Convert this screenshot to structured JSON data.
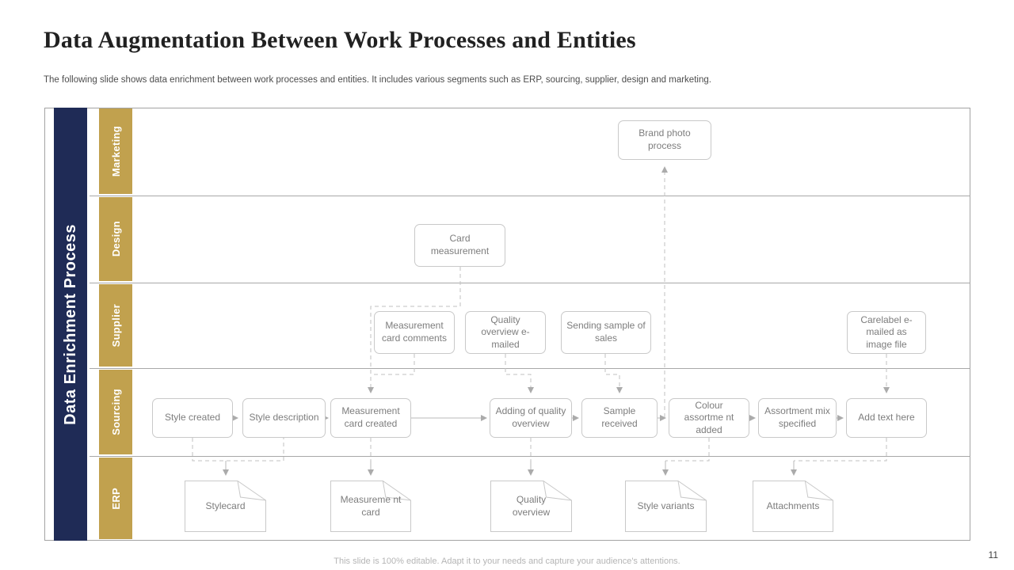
{
  "slide": {
    "title": "Data Augmentation Between Work Processes and Entities",
    "subtitle": "The following slide shows data enrichment between work processes and entities. It includes  various segments such as ERP, sourcing, supplier, design and marketing.",
    "footer": "This slide is 100% editable. Adapt it to your needs and capture your audience's attentions.",
    "page_number": "11"
  },
  "diagram": {
    "side_label": "Data Enrichment Process",
    "lanes": [
      {
        "label": "Marketing"
      },
      {
        "label": "Design"
      },
      {
        "label": "Supplier"
      },
      {
        "label": "Sourcing"
      },
      {
        "label": "ERP"
      }
    ],
    "nodes": {
      "brand_photo": {
        "label": "Brand photo process"
      },
      "card_measurement": {
        "label": "Card measurement"
      },
      "measurement_card_comments": {
        "label": "Measurement card comments"
      },
      "quality_overview_emailed": {
        "label": "Quality overview e-mailed"
      },
      "sending_sample": {
        "label": "Sending sample of sales"
      },
      "carelabel": {
        "label": "Carelabel e-mailed as image file"
      },
      "style_created": {
        "label": "Style created"
      },
      "style_description": {
        "label": "Style description"
      },
      "measurement_card_created": {
        "label": "Measurement card created"
      },
      "adding_quality_overview": {
        "label": "Adding of quality overview"
      },
      "sample_received": {
        "label": "Sample received"
      },
      "colour_assortment": {
        "label": "Colour assortme nt added"
      },
      "assortment_mix": {
        "label": "Assortment mix specified"
      },
      "add_text": {
        "label": "Add text here"
      },
      "stylecard": {
        "label": "Stylecard"
      },
      "measurement_card_doc": {
        "label": "Measureme nt card"
      },
      "quality_overview_doc": {
        "label": "Quality overview"
      },
      "style_variants": {
        "label": "Style variants"
      },
      "attachments": {
        "label": "Attachments"
      }
    },
    "colors": {
      "navy": "#1F2B56",
      "gold": "#C1A14E",
      "box_border": "#C9C9C9",
      "box_text": "#7D7D7D",
      "connector": "#BDBDBD"
    }
  }
}
